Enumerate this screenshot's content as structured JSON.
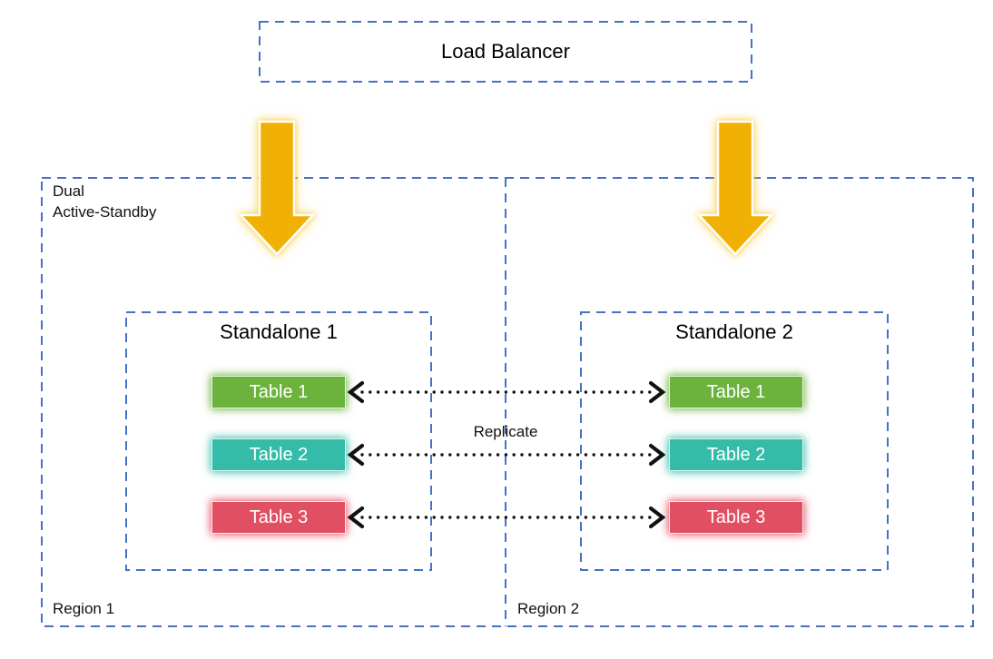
{
  "load_balancer": {
    "label": "Load Balancer"
  },
  "group": {
    "label_line1": "Dual",
    "label_line2": "Active-Standby"
  },
  "replicate_label": "Replicate",
  "regions": [
    {
      "label": "Region 1",
      "standalone": {
        "title": "Standalone 1",
        "tables": [
          {
            "label": "Table 1"
          },
          {
            "label": "Table 2"
          },
          {
            "label": "Table 3"
          }
        ]
      }
    },
    {
      "label": "Region 2",
      "standalone": {
        "title": "Standalone 2",
        "tables": [
          {
            "label": "Table 1"
          },
          {
            "label": "Table 2"
          },
          {
            "label": "Table 3"
          }
        ]
      }
    }
  ],
  "icons": {
    "down_arrow": "solid gold down-arrow",
    "replicate_arrow": "black dotted double-headed arrow"
  },
  "colors": {
    "blue_dashed": "#4472C4",
    "arrow_gold": "#F1B104",
    "table_green": "#6CB33E",
    "table_teal": "#34BCA9",
    "table_red": "#E14F63",
    "table_text": "#FFFFFF",
    "text": "#111111"
  }
}
